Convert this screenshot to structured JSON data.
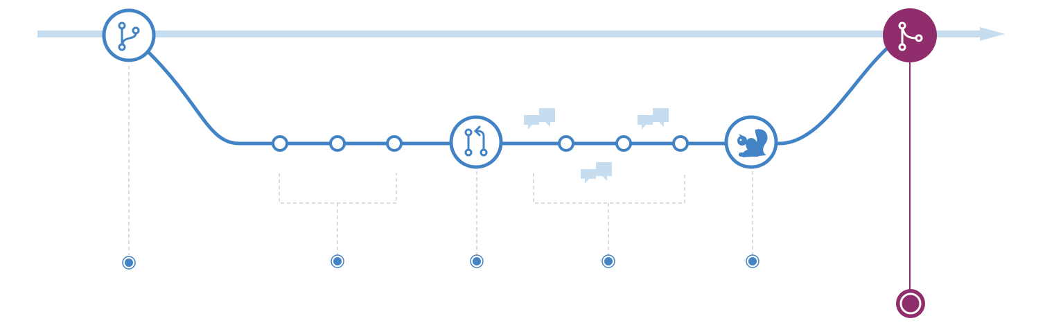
{
  "diagram": {
    "type": "github-flow",
    "colors": {
      "main_line": "#c6dcef",
      "branch": "#4183c4",
      "merge": "#902d6c",
      "comment": "#c6dcef",
      "guide": "#c8c8c8",
      "background": "#ffffff"
    },
    "icons": {
      "branch": "git-branch-icon",
      "pull_request": "pull-request-icon",
      "deploy": "squirrel-icon",
      "merge": "git-merge-icon",
      "comments": "comment-discussion-icon"
    },
    "commits_before_pr": 3,
    "commits_after_pr": 3,
    "comment_bubbles": 3,
    "stage_markers": 5
  }
}
